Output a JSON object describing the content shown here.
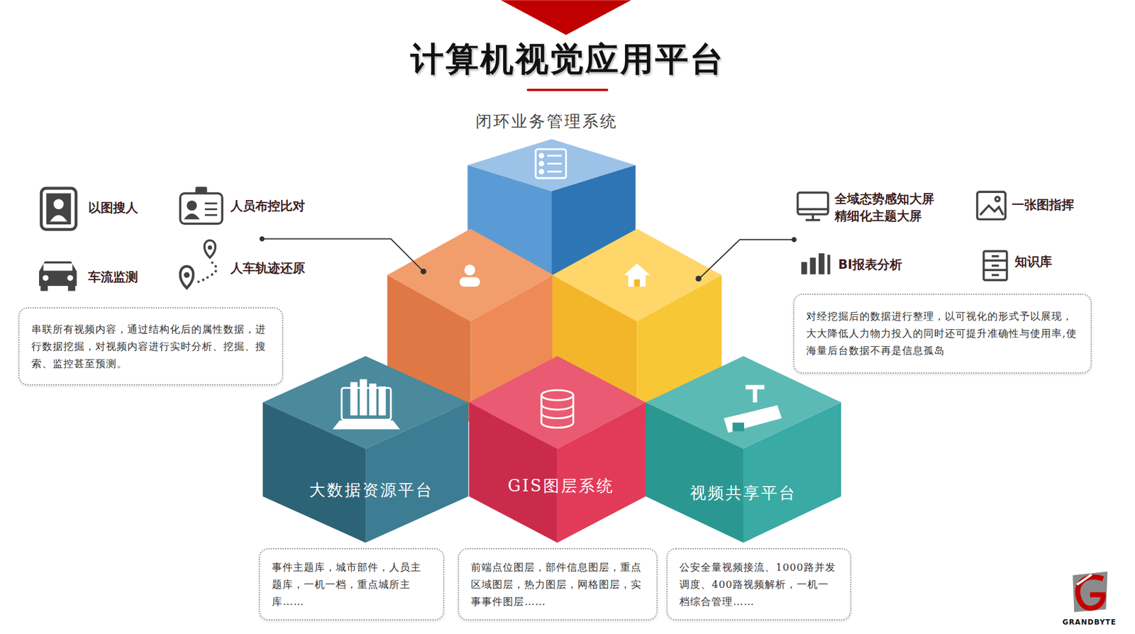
{
  "diagram": {
    "title": "计算机视觉应用平台",
    "nodes": [
      {
        "text": [
          "闭环业务管理系统"
        ]
      },
      {
        "text": [
          "串联所有视频内容，通过结构化后的属性数据，进行数据挖掘，对视频内容进行实时分析、挖掘、搜索、监控甚至预测。"
        ]
      },
      {
        "text": [
          "对经挖掘后的数据进行整理，以可视化的形式予以展现，大大降低人力物力投入的同时还可提升准确性与使用率,使海量后台数据不再是信息孤岛"
        ]
      },
      {
        "text": [
          "大数据资源平台"
        ]
      },
      {
        "text": [
          "GIS图层系统"
        ]
      },
      {
        "text": [
          "视频共享平台"
        ]
      },
      {
        "text": [
          "事件主题库，城市部件，人员主题库，一机一档，重点城所主库……"
        ]
      },
      {
        "text": [
          "前端点位图层，部件信息图层，重点区域图层，热力图层，网格图层，实事事件图层……"
        ]
      },
      {
        "text": [
          "公安全量视频接流、1000路并发调度、400路视频解析，一机一档综合管理……"
        ]
      }
    ],
    "labels": [
      "以图搜人",
      "人员布控比对",
      "车流监测",
      "人车轨迹还原",
      "全域态势感知大屏",
      "精细化主题大屏",
      "一张图指挥",
      "BI报表分析",
      "知识库",
      "GRANDBYTE"
    ]
  }
}
